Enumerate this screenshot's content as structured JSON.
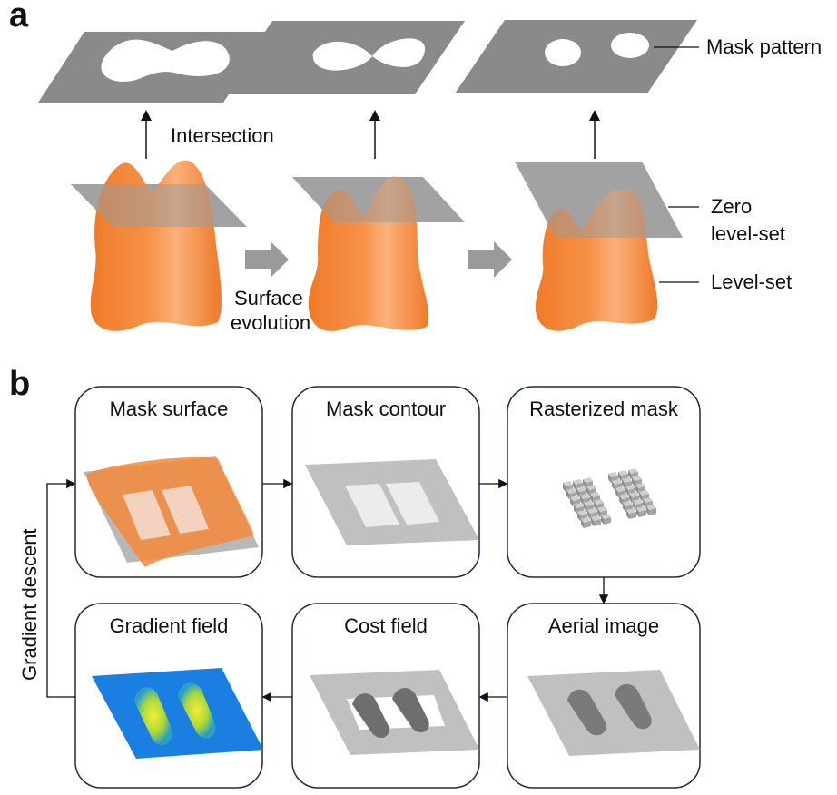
{
  "panel_a": {
    "label": "a",
    "labels": {
      "intersection": "Intersection",
      "surface_evolution_line1": "Surface",
      "surface_evolution_line2": "evolution",
      "mask_pattern": "Mask pattern",
      "zero_levelset_line1": "Zero",
      "zero_levelset_line2": "level-set",
      "levelset": "Level-set"
    }
  },
  "panel_b": {
    "label": "b",
    "boxes": [
      {
        "title": "Mask surface"
      },
      {
        "title": "Mask contour"
      },
      {
        "title": "Rasterized mask"
      },
      {
        "title": "Gradient field"
      },
      {
        "title": "Cost field"
      },
      {
        "title": "Aerial image"
      }
    ],
    "loop_label": "Gradient descent"
  },
  "colors": {
    "surface_orange": "#f5883a",
    "plane_gray": "#8a8a8a",
    "zero_plane": "#a3a3a3",
    "light_plane": "#c8c8c8",
    "field_blue": "#1a7fe0",
    "field_yellow": "#e8e030",
    "box_stroke": "#1b2b4a"
  }
}
